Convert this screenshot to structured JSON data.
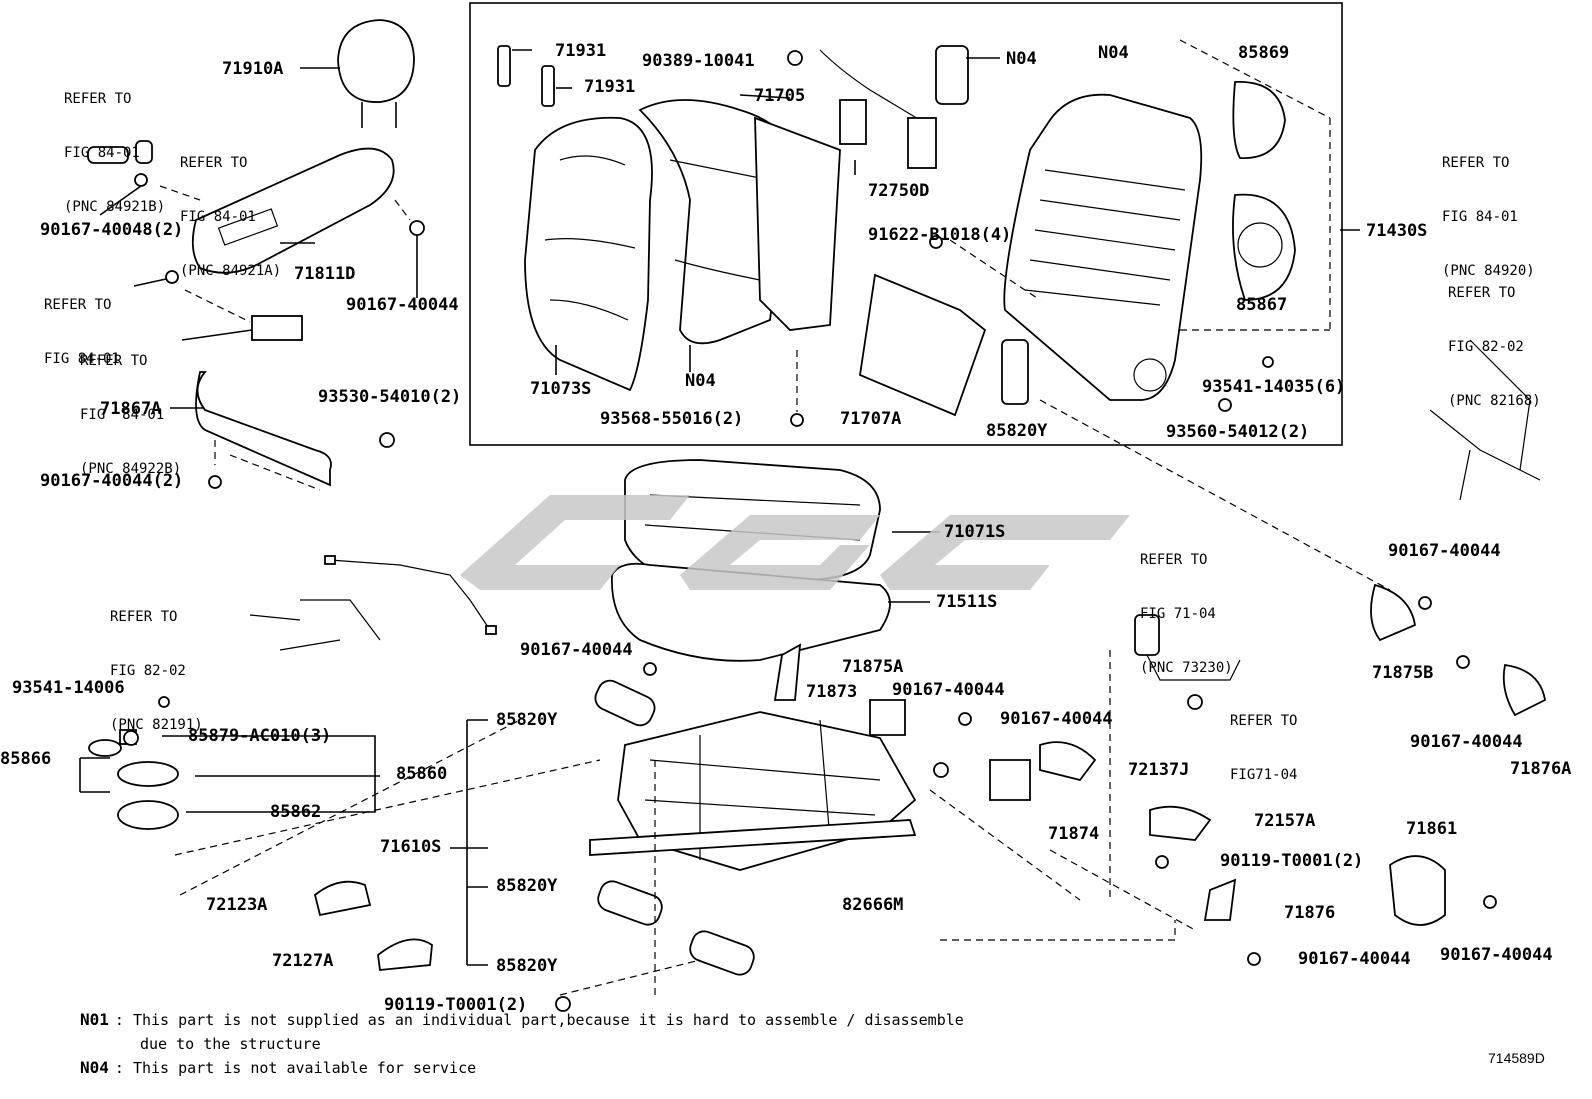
{
  "diagram_id": "714589D",
  "watermark_color": "#c8c8c8",
  "part_labels": [
    {
      "id": "71910A",
      "text": "71910A"
    },
    {
      "id": "71811D",
      "text": "71811D"
    },
    {
      "id": "90167-40048",
      "text": "90167-40048(2)"
    },
    {
      "id": "90167-40044-a",
      "text": "90167-40044"
    },
    {
      "id": "71867A",
      "text": "71867A"
    },
    {
      "id": "93530-54010",
      "text": "93530-54010(2)"
    },
    {
      "id": "90167-40044-b",
      "text": "90167-40044(2)"
    },
    {
      "id": "71931-a",
      "text": "71931"
    },
    {
      "id": "71931-b",
      "text": "71931"
    },
    {
      "id": "90389-10041",
      "text": "90389-10041"
    },
    {
      "id": "71705",
      "text": "71705"
    },
    {
      "id": "N04-a",
      "text": "N04"
    },
    {
      "id": "N04-b",
      "text": "N04"
    },
    {
      "id": "N04-c",
      "text": "N04"
    },
    {
      "id": "72750D",
      "text": "72750D"
    },
    {
      "id": "91622-B1018",
      "text": "91622-B1018(4)"
    },
    {
      "id": "71073S",
      "text": "71073S"
    },
    {
      "id": "93568-55016",
      "text": "93568-55016(2)"
    },
    {
      "id": "71707A",
      "text": "71707A"
    },
    {
      "id": "85820Y-a",
      "text": "85820Y"
    },
    {
      "id": "85869",
      "text": "85869"
    },
    {
      "id": "85867",
      "text": "85867"
    },
    {
      "id": "71430S",
      "text": "71430S"
    },
    {
      "id": "93541-14035",
      "text": "93541-14035(6)"
    },
    {
      "id": "93560-54012",
      "text": "93560-54012(2)"
    },
    {
      "id": "71071S",
      "text": "71071S"
    },
    {
      "id": "71511S",
      "text": "71511S"
    },
    {
      "id": "90167-40044-c",
      "text": "90167-40044"
    },
    {
      "id": "71875A",
      "text": "71875A"
    },
    {
      "id": "93541-14006",
      "text": "93541-14006"
    },
    {
      "id": "85879-AC010",
      "text": "85879-AC010(3)"
    },
    {
      "id": "85866",
      "text": "85866"
    },
    {
      "id": "85860",
      "text": "85860"
    },
    {
      "id": "85862",
      "text": "85862"
    },
    {
      "id": "85820Y-b",
      "text": "85820Y"
    },
    {
      "id": "71873",
      "text": "71873"
    },
    {
      "id": "90167-40044-d",
      "text": "90167-40044"
    },
    {
      "id": "90167-40044-e",
      "text": "90167-40044"
    },
    {
      "id": "72137J",
      "text": "72137J"
    },
    {
      "id": "71874",
      "text": "71874"
    },
    {
      "id": "71610S",
      "text": "71610S"
    },
    {
      "id": "85820Y-c",
      "text": "85820Y"
    },
    {
      "id": "72123A",
      "text": "72123A"
    },
    {
      "id": "82666M",
      "text": "82666M"
    },
    {
      "id": "72127A",
      "text": "72127A"
    },
    {
      "id": "85820Y-d",
      "text": "85820Y"
    },
    {
      "id": "90119-T0001-a",
      "text": "90119-T0001(2)"
    },
    {
      "id": "72157A",
      "text": "72157A"
    },
    {
      "id": "90119-T0001-b",
      "text": "90119-T0001(2)"
    },
    {
      "id": "71876",
      "text": "71876"
    },
    {
      "id": "90167-40044-f",
      "text": "90167-40044"
    },
    {
      "id": "71861",
      "text": "71861"
    },
    {
      "id": "90167-40044-g",
      "text": "90167-40044"
    },
    {
      "id": "90167-40044-h",
      "text": "90167-40044"
    },
    {
      "id": "71875B",
      "text": "71875B"
    },
    {
      "id": "90167-40044-i",
      "text": "90167-40044"
    },
    {
      "id": "71876A",
      "text": "71876A"
    }
  ],
  "refer_labels": [
    {
      "id": "ref-84921B",
      "lines": [
        "REFER TO",
        "FIG 84-01",
        "(PNC 84921B)"
      ]
    },
    {
      "id": "ref-84921A",
      "lines": [
        "REFER TO",
        "FIG 84-01",
        "(PNC 84921A)"
      ]
    },
    {
      "id": "ref-84-01",
      "lines": [
        "REFER TO",
        "FIG 84-01"
      ]
    },
    {
      "id": "ref-84922B",
      "lines": [
        "REFER TO",
        "FIG  84-01",
        "(PNC 84922B)"
      ]
    },
    {
      "id": "ref-84920",
      "lines": [
        "REFER TO",
        "FIG 84-01",
        "(PNC 84920)"
      ]
    },
    {
      "id": "ref-82168",
      "lines": [
        "REFER TO",
        "FIG 82-02",
        "(PNC 82168)"
      ]
    },
    {
      "id": "ref-82191",
      "lines": [
        "REFER TO",
        "FIG 82-02",
        "(PNC 82191)"
      ]
    },
    {
      "id": "ref-73230",
      "lines": [
        "REFER TO",
        "FIG 71-04",
        "(PNC 73230)"
      ]
    },
    {
      "id": "ref-71-04",
      "lines": [
        "REFER TO",
        "FIG71-04"
      ]
    }
  ],
  "notes": [
    {
      "code": "N01",
      "text": ": This part is not supplied as an individual part,because  it is hard to assemble / disassemble"
    },
    {
      "code": "",
      "text": "due to the structure"
    },
    {
      "code": "N04",
      "text": ": This part is not available for service"
    }
  ]
}
